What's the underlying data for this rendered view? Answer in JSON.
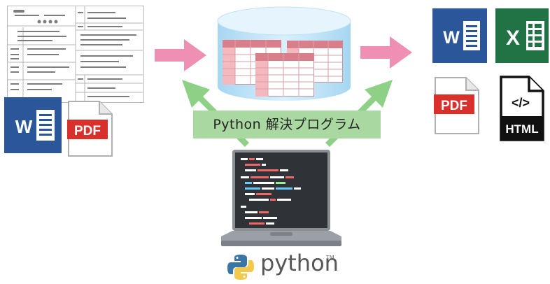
{
  "label": {
    "text": "Python 解決プログラム"
  },
  "python_logo": {
    "text": "python",
    "tm": "TM"
  },
  "icons": {
    "word_letter": "W",
    "excel_letter": "X",
    "pdf_text": "PDF",
    "html_tag": "</>",
    "html_text": "HTML"
  },
  "colors": {
    "arrow_pink": "#f08fb4",
    "arrow_green": "#8ed086",
    "label_bg": "#a9d8a1",
    "word_blue": "#2b579a",
    "excel_green": "#217346",
    "pdf_red": "#d9302b",
    "db_blue": "#bfe2f7",
    "table_pink": "#f4b8bf"
  }
}
